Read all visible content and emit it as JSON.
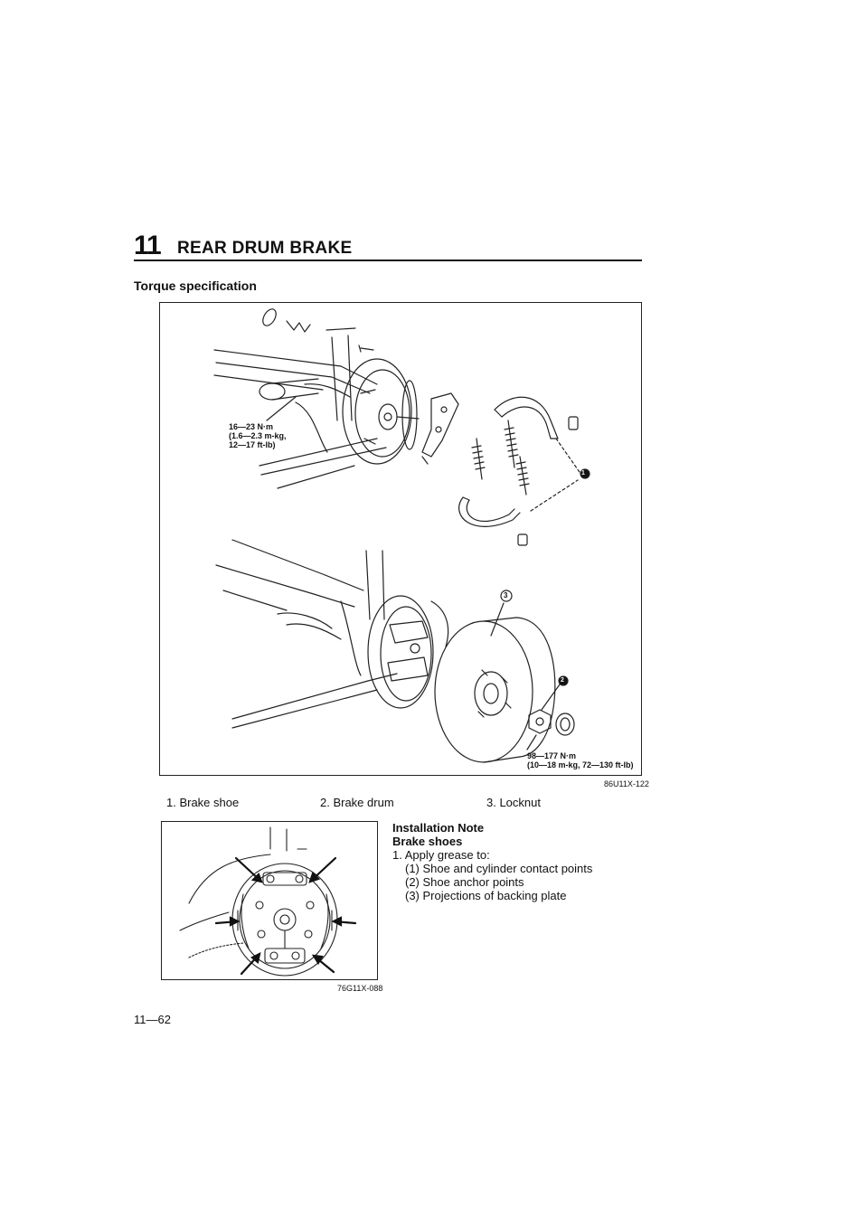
{
  "header": {
    "section_number": "11",
    "section_title": "REAR DRUM BRAKE"
  },
  "subheading": "Torque specification",
  "figure_main": {
    "code": "86U11X-122",
    "torque_upper": [
      "16—23 N·m",
      "(1.6—2.3 m-kg,",
      "12—17 ft-lb)"
    ],
    "torque_lower": [
      "98—177 N·m",
      "(10—18 m-kg, 72—130 ft-lb)"
    ],
    "callouts": [
      "1",
      "2",
      "3"
    ]
  },
  "captions": [
    "1. Brake shoe",
    "2. Brake drum",
    "3. Locknut"
  ],
  "figure_small": {
    "code": "76G11X-088"
  },
  "installation": {
    "title": "Installation Note",
    "subtitle": "Brake shoes",
    "step": "1. Apply grease to:",
    "items": [
      "(1) Shoe and cylinder contact points",
      "(2) Shoe anchor points",
      "(3) Projections of backing plate"
    ]
  },
  "page_number": "11—62",
  "colors": {
    "ink": "#111111",
    "paper": "#ffffff"
  }
}
